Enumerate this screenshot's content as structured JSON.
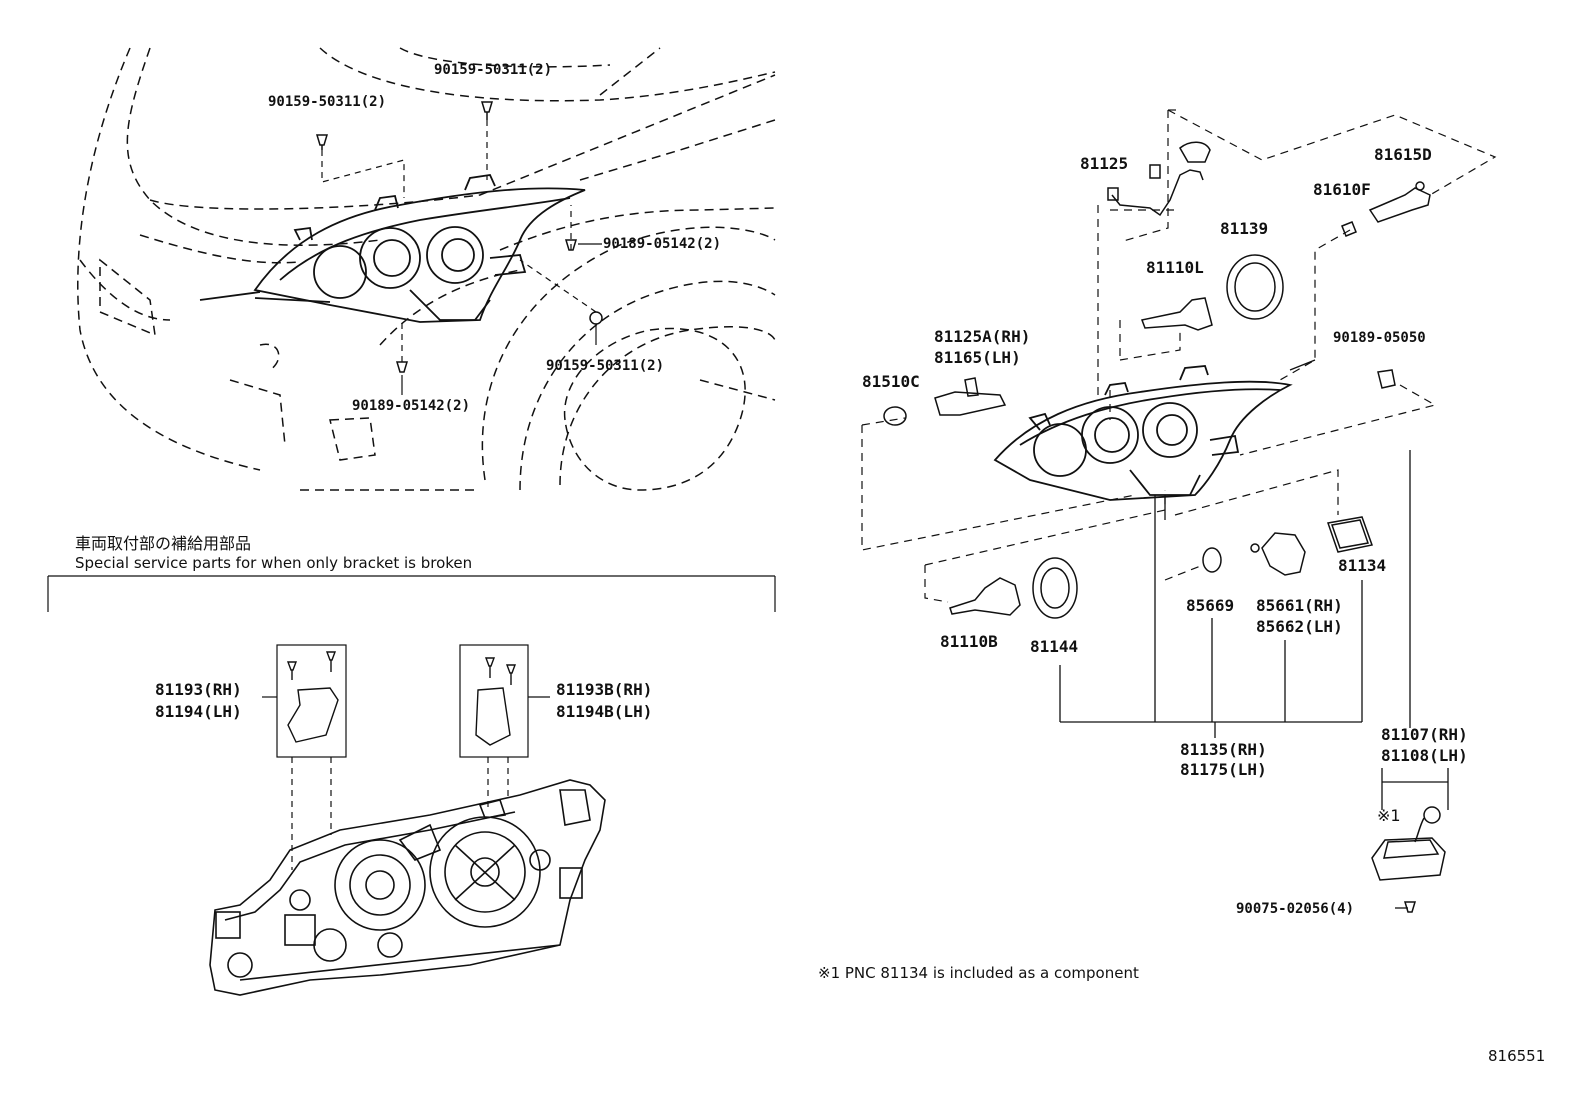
{
  "diagram_id": "816551",
  "section": {
    "title_jp": "車両取付部の補給用部品",
    "title_en": "Special service parts for when only bracket is broken"
  },
  "footnote": "※1 PNC 81134 is included as a component",
  "callout_mark": "※1",
  "labels": {
    "p90159a": "90159-50311(2)",
    "p90159b": "90159-50311(2)",
    "p90159c": "90159-50311(2)",
    "p90189a": "90189-05142(2)",
    "p90189b": "90189-05142(2)",
    "p81125": "81125",
    "p81139": "81139",
    "p81110l": "81110L",
    "p81610f": "81610F",
    "p81615d": "81615D",
    "p81125a": "81125A(RH)",
    "p81165": "81165(LH)",
    "p81510c": "81510C",
    "p90189c": "90189-05050",
    "p81110b": "81110B",
    "p81144": "81144",
    "p85669": "85669",
    "p85661": "85661(RH)",
    "p85662": "85662(LH)",
    "p81134": "81134",
    "p81135": "81135(RH)",
    "p81175": "81175(LH)",
    "p81107": "81107(RH)",
    "p81108": "81108(LH)",
    "p90075": "90075-02056(4)",
    "p81193": "81193(RH)",
    "p81194": "81194(LH)",
    "p81193b": "81193B(RH)",
    "p81194b": "81194B(LH)"
  },
  "colors": {
    "ink": "#111111",
    "background": "#ffffff"
  }
}
